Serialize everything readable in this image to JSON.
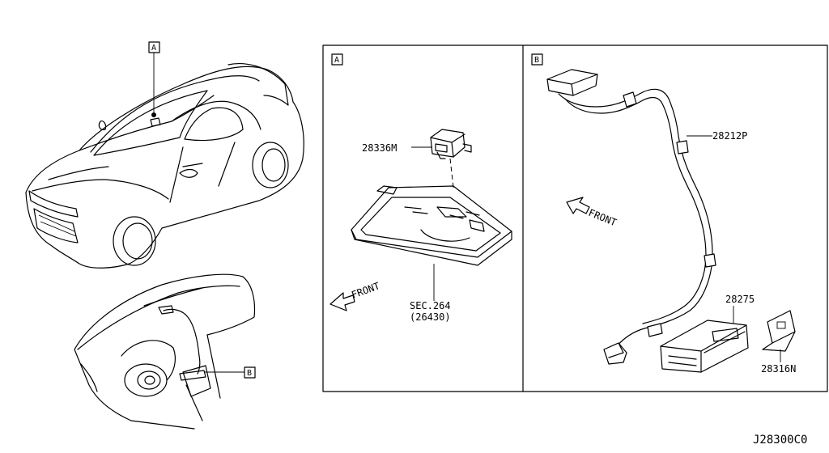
{
  "overview": {
    "callout_a": "A",
    "callout_b": "B"
  },
  "panel_a": {
    "tag": "A",
    "part_lamp": "28336M",
    "sec_ref": "SEC.264",
    "sec_sub": "(26430)",
    "front": "FRONT"
  },
  "panel_b": {
    "tag": "B",
    "part_harness": "28212P",
    "part_unit": "28275",
    "part_bracket": "28316N",
    "front": "FRONT"
  },
  "diagram_code": "J28300C0"
}
